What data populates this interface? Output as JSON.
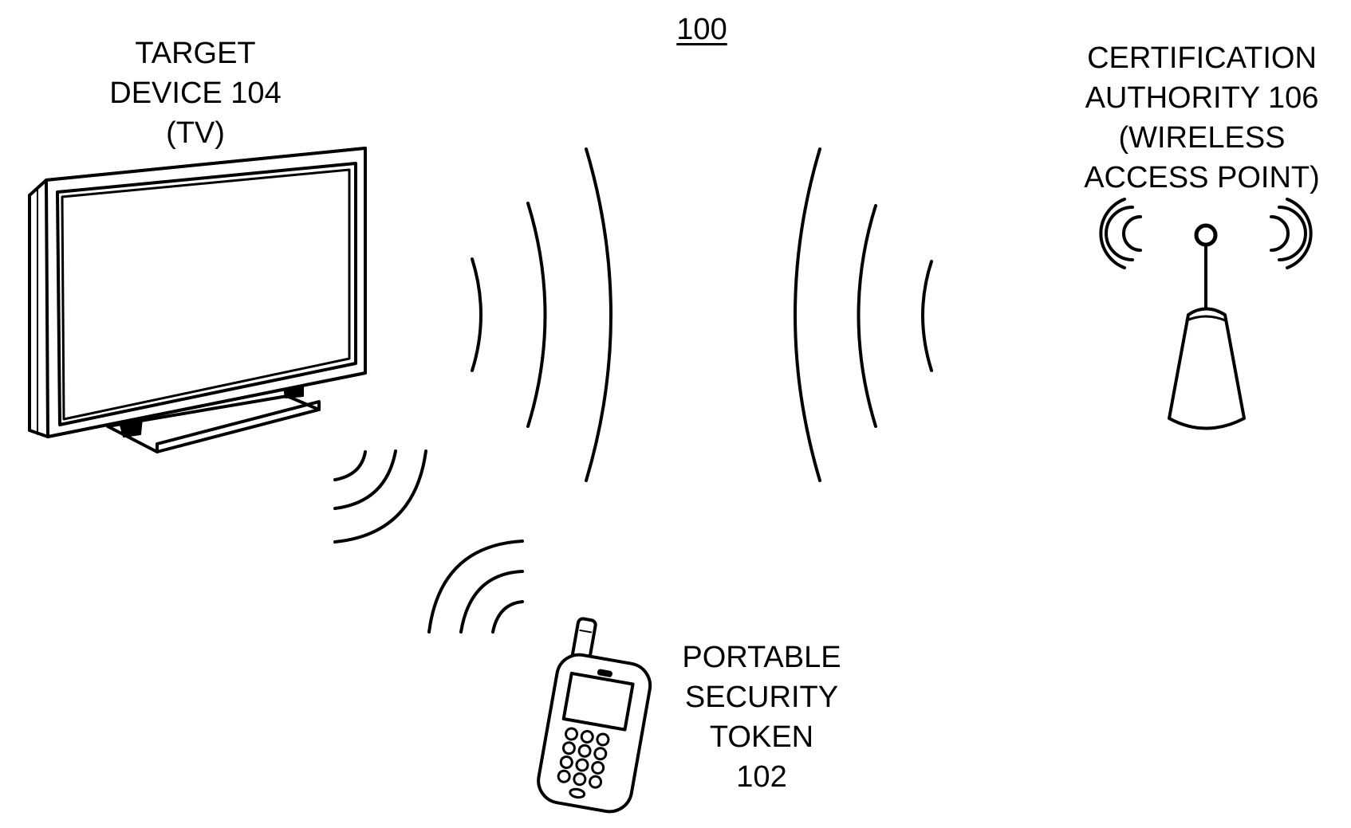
{
  "figure": {
    "number": "100"
  },
  "target_device": {
    "line1": "TARGET",
    "line2": "DEVICE  104",
    "line3": "(TV)"
  },
  "certification_authority": {
    "line1": "CERTIFICATION",
    "line2": "AUTHORITY  106",
    "line3": "(WIRELESS",
    "line4": "ACCESS POINT)"
  },
  "security_token": {
    "line1": "PORTABLE",
    "line2": "SECURITY",
    "line3": "TOKEN",
    "line4": "102"
  },
  "icons": {
    "tv": "television-icon",
    "access_point": "wireless-access-point-icon",
    "phone": "mobile-phone-icon"
  },
  "colors": {
    "stroke": "#000000",
    "background": "#ffffff"
  }
}
